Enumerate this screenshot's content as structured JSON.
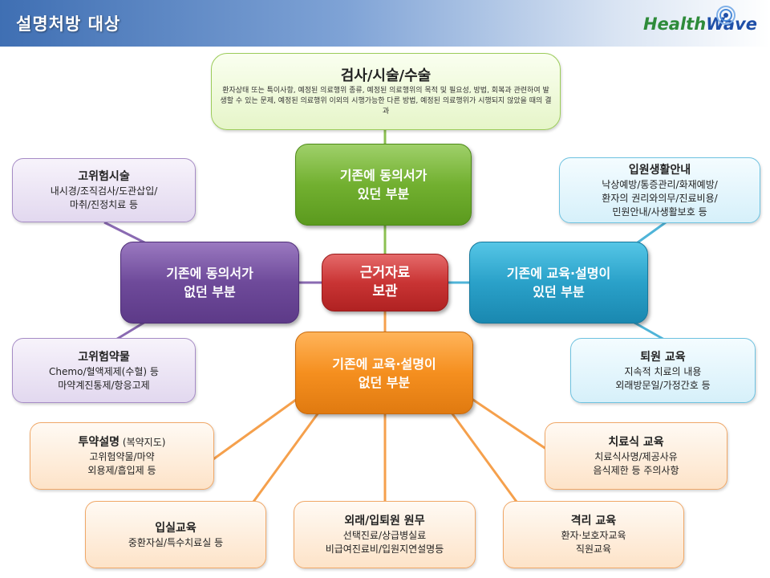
{
  "header": {
    "title": "설명처방 대상",
    "logo_part1": "Health",
    "logo_part2": "Wave"
  },
  "colors": {
    "green": "#72b030",
    "purple": "#6e4a9a",
    "red": "#c93434",
    "cyan": "#2aa1c9",
    "orange": "#f58f1f"
  },
  "hubs": {
    "center": {
      "line1": "근거자료",
      "line2": "보관"
    },
    "green": {
      "line1": "기존에 동의서가",
      "line2": "있던 부분"
    },
    "purple": {
      "line1": "기존에 동의서가",
      "line2": "없던 부분"
    },
    "cyan": {
      "line1": "기존에 교육·설명이",
      "line2": "있던 부분"
    },
    "orange": {
      "line1": "기존에 교육·설명이",
      "line2": "없던 부분"
    }
  },
  "nodes": {
    "exam": {
      "title": "검사/시술/수술",
      "desc": "환자상태 또는 특이사항, 예정된 의료행위 종류, 예정된 의료행위의 목적 및 필요성, 방법, 회복과 관련하여 발생할 수 있는 문제, 예정된 의료행위 이외의 시행가능한 다른 방법, 예정된 의료행위가 시행되지 않았을 때의 결과"
    },
    "high_risk_proc": {
      "title": "고위험시술",
      "line1": "내시경/조직검사/도관삽입/",
      "line2": "마취/진정치료 등"
    },
    "high_risk_drug": {
      "title": "고위험약물",
      "line1": "Chemo/혈액제제(수혈) 등",
      "line2": "마약계진통제/항응고제"
    },
    "admission_guide": {
      "title": "입원생활안내",
      "line1": "낙상예방/통증관리/화재예방/",
      "line2": "환자의 권리와의무/진료비용/",
      "line3": "민원안내/사생활보호 등"
    },
    "discharge_edu": {
      "title": "퇴원 교육",
      "line1": "지속적 치료의 내용",
      "line2": "외래방문일/가정간호 등"
    },
    "medication": {
      "title": "투약설명",
      "title_sub": "(복약지도)",
      "line1": "고위험약물/마약",
      "line2": "외용제/흡입제 등"
    },
    "therapeutic_diet": {
      "title": "치료식 교육",
      "line1": "치료식사명/제공사유",
      "line2": "음식제한 등 주의사항"
    },
    "room_edu": {
      "title": "입실교육",
      "line1": "중환자실/특수치료실 등"
    },
    "outpatient_admin": {
      "title": "외래/입퇴원 원무",
      "line1": "선택진료/상급병실료",
      "line2": "비급여진료비/입원지연설명등"
    },
    "isolation_edu": {
      "title": "격리 교육",
      "line1": "환자·보호자교육",
      "line2": "직원교육"
    }
  }
}
